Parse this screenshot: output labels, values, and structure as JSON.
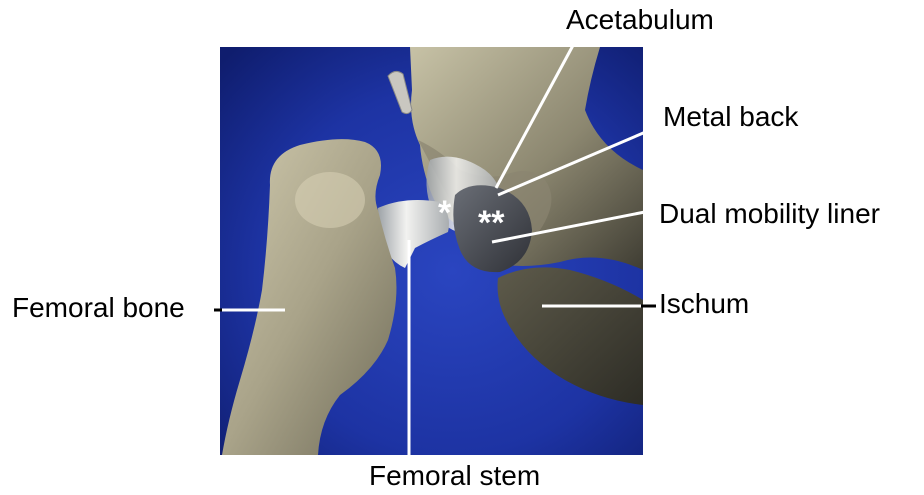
{
  "labels": {
    "acetabulum": "Acetabulum",
    "metal_back": "Metal back",
    "dual_mobility_liner": "Dual mobility liner",
    "ischum": "Ischum",
    "femoral_bone": "Femoral bone",
    "femoral_stem": "Femoral stem"
  },
  "markers": {
    "single": "*",
    "double": "**"
  },
  "colors": {
    "background": "#1a2f9a",
    "bone": "#b8b39a",
    "implant_metal": "#dcdcdc",
    "liner": "#4a4d55",
    "leader_lines": "#ffffff",
    "label_text": "#000000"
  }
}
